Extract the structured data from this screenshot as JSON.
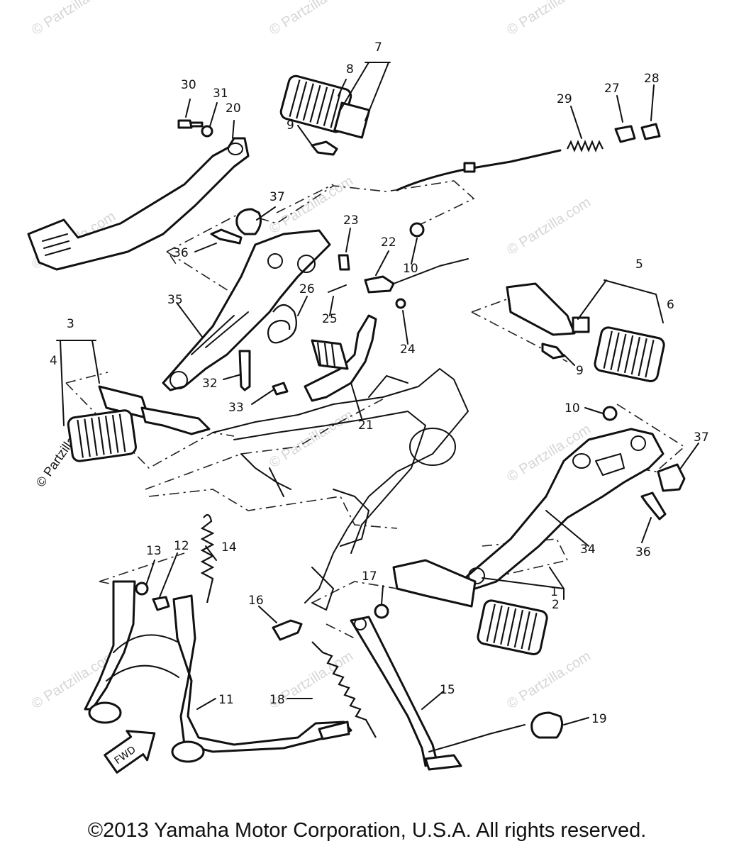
{
  "watermark": "© Partzilla.com",
  "footer": {
    "copyright": "©2013 Yamaha Motor Corporation, U.S.A. All rights reserved."
  },
  "fwd_arrow_label": "FWD",
  "callouts": [
    {
      "id": "p1",
      "label": "1"
    },
    {
      "id": "p2",
      "label": "2"
    },
    {
      "id": "p3",
      "label": "3"
    },
    {
      "id": "p4",
      "label": "4"
    },
    {
      "id": "p5",
      "label": "5"
    },
    {
      "id": "p6",
      "label": "6"
    },
    {
      "id": "p7",
      "label": "7"
    },
    {
      "id": "p8",
      "label": "8"
    },
    {
      "id": "p9a",
      "label": "9"
    },
    {
      "id": "p9b",
      "label": "9"
    },
    {
      "id": "p10a",
      "label": "10"
    },
    {
      "id": "p10b",
      "label": "10"
    },
    {
      "id": "p11",
      "label": "11"
    },
    {
      "id": "p12",
      "label": "12"
    },
    {
      "id": "p13",
      "label": "13"
    },
    {
      "id": "p14",
      "label": "14"
    },
    {
      "id": "p15",
      "label": "15"
    },
    {
      "id": "p16",
      "label": "16"
    },
    {
      "id": "p17",
      "label": "17"
    },
    {
      "id": "p18",
      "label": "18"
    },
    {
      "id": "p19",
      "label": "19"
    },
    {
      "id": "p20",
      "label": "20"
    },
    {
      "id": "p21",
      "label": "21"
    },
    {
      "id": "p22",
      "label": "22"
    },
    {
      "id": "p23",
      "label": "23"
    },
    {
      "id": "p24",
      "label": "24"
    },
    {
      "id": "p25",
      "label": "25"
    },
    {
      "id": "p26",
      "label": "26"
    },
    {
      "id": "p27",
      "label": "27"
    },
    {
      "id": "p28",
      "label": "28"
    },
    {
      "id": "p29",
      "label": "29"
    },
    {
      "id": "p30",
      "label": "30"
    },
    {
      "id": "p31",
      "label": "31"
    },
    {
      "id": "p32",
      "label": "32"
    },
    {
      "id": "p33",
      "label": "33"
    },
    {
      "id": "p34",
      "label": "34"
    },
    {
      "id": "p35",
      "label": "35"
    },
    {
      "id": "p36a",
      "label": "36"
    },
    {
      "id": "p36b",
      "label": "36"
    },
    {
      "id": "p37a",
      "label": "37"
    },
    {
      "id": "p37b",
      "label": "37"
    }
  ]
}
